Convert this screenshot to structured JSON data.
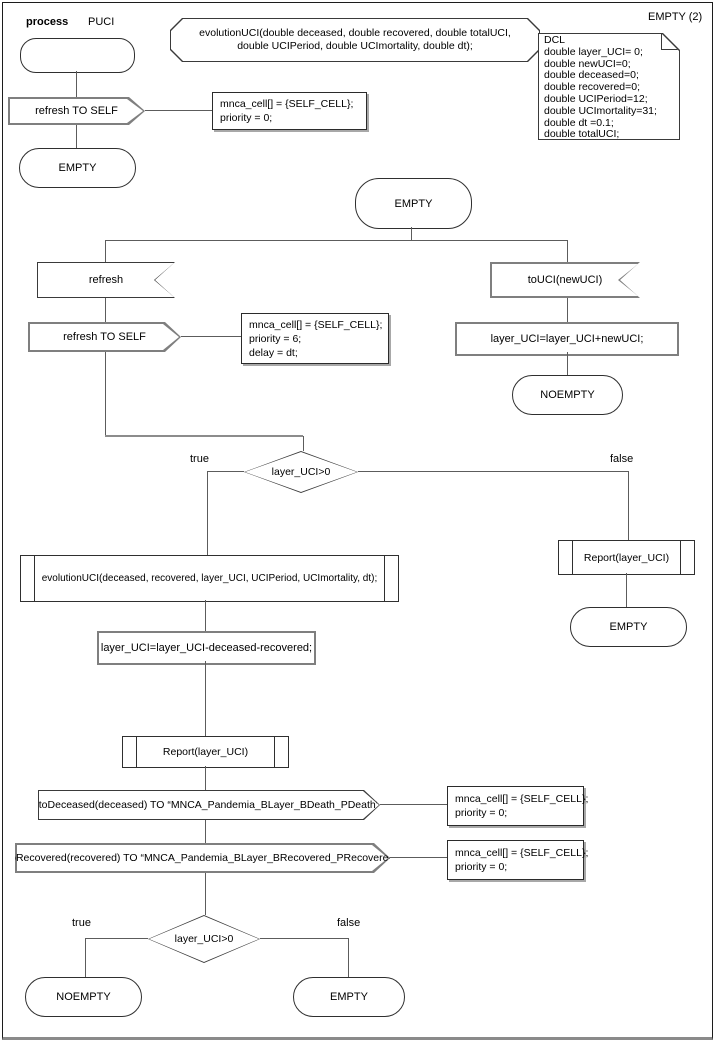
{
  "header": {
    "process_keyword": "process",
    "process_name": "PUCI",
    "page_label": "EMPTY (2)"
  },
  "declaration_text": "evolutionUCI(double deceased, double recovered, double totalUCI, double UCIPeriod, double UCImortality, double dt);",
  "dcl_text": "DCL\ndouble layer_UCI= 0;\ndouble newUCI=0;\ndouble deceased=0;\ndouble recovered=0;\ndouble UCIPeriod=12;\ndouble UCImortality=31;\ndouble dt =0.1;\ndouble totalUCI;",
  "nodes": {
    "output_refresh_top": "refresh TO SELF",
    "comment_top": "mnca_cell[] = {SELF_CELL};\npriority = 0;",
    "state_empty_top": "EMPTY",
    "state_empty_main": "EMPTY",
    "input_refresh": "refresh",
    "output_refresh_self": "refresh TO SELF",
    "comment_refresh": "mnca_cell[] = {SELF_CELL};\npriority = 6;\ndelay = dt;",
    "input_touci": "toUCI(newUCI)",
    "task_add_newuci": "layer_UCI=layer_UCI+newUCI;",
    "state_noempty_right": "NOEMPTY",
    "decision_layer_uci_1": "layer_UCI>0",
    "label_true_1": "true",
    "label_false_1": "false",
    "proc_evolution_call": "evolutionUCI(deceased, recovered, layer_UCI, UCIPeriod, UCImortality, dt);",
    "task_subtract": "layer_UCI=layer_UCI-deceased-recovered;",
    "proc_report_left": "Report(layer_UCI)",
    "output_todeceased": "toDeceased(deceased) TO “MNCA_Pandemia_BLayer_BDeath_PDeath”",
    "comment_todeceased": "mnca_cell[] = {SELF_CELL};\npriority = 0;",
    "output_torecovered": "toRecovered(recovered) TO “MNCA_Pandemia_BLayer_BRecovered_PRecovered”",
    "comment_torecovered": "mnca_cell[] = {SELF_CELL};\npriority = 0;",
    "decision_layer_uci_2": "layer_UCI>0",
    "label_true_2": "true",
    "label_false_2": "false",
    "state_noempty_bottom": "NOEMPTY",
    "state_empty_bottom": "EMPTY",
    "proc_report_right": "Report(layer_UCI)",
    "state_empty_right": "EMPTY"
  },
  "colors": {
    "line": "#5c5c5c",
    "border_thin": "#3a3a3a",
    "border_thick": "#7f7f7f",
    "shadow": "#a8a8a8"
  }
}
